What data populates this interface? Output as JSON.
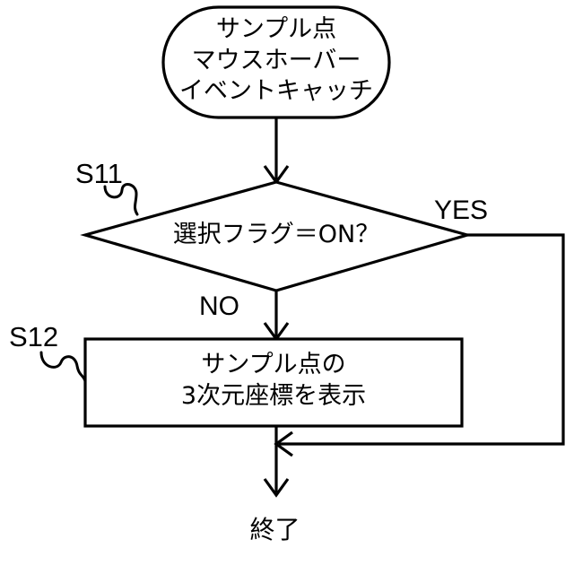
{
  "diagram": {
    "title": "flowchart",
    "background_color": "#ffffff",
    "line_color": "#000000",
    "nodes": {
      "start": {
        "shape": "terminator",
        "lines": "サンプル点\nマウスホーバー\nイベントキャッチ"
      },
      "decision": {
        "shape": "diamond",
        "text": "選択フラグ＝ON？",
        "step_label": "S11"
      },
      "process": {
        "shape": "rectangle",
        "lines": "サンプル点の\n3次元座標を表示",
        "step_label": "S12"
      },
      "end": {
        "shape": "terminator",
        "text": "終了"
      }
    },
    "edges": {
      "yes_label": "YES",
      "no_label": "NO"
    }
  }
}
